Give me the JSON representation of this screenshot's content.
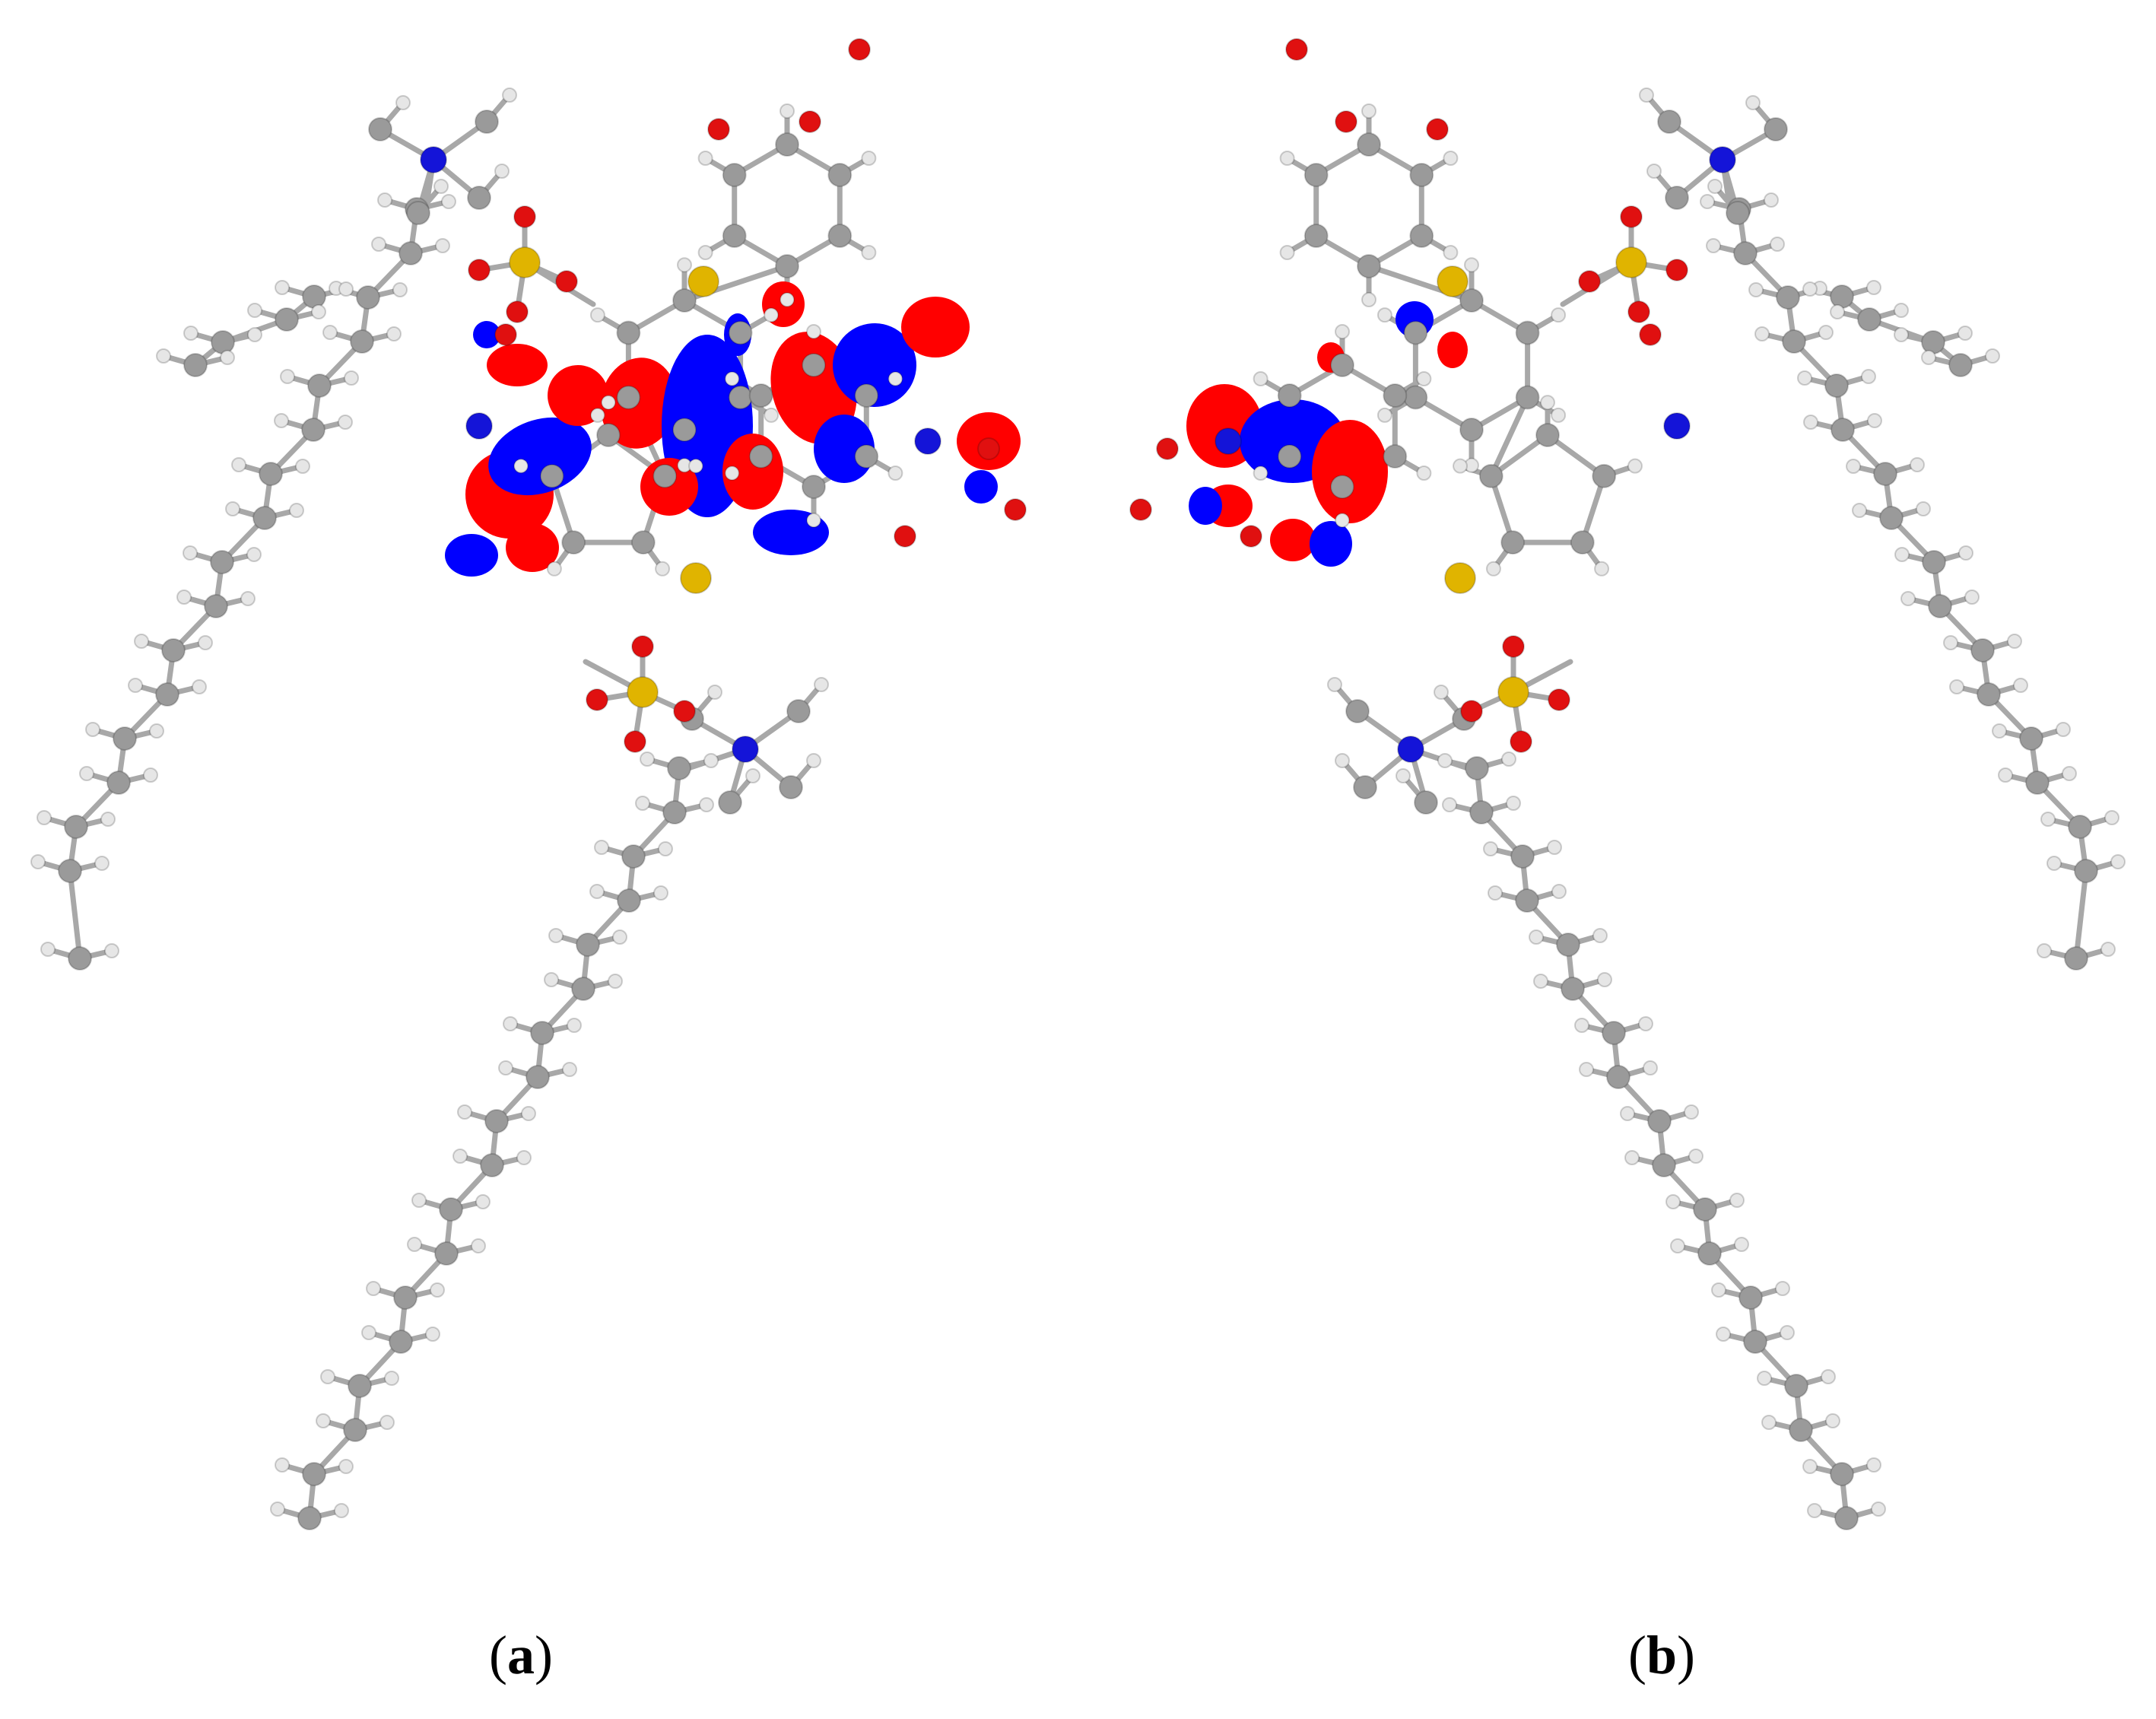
{
  "panels": [
    {
      "id": "a",
      "label_open": "(",
      "label_letter": "a",
      "label_close": ")"
    },
    {
      "id": "b",
      "label_open": "(",
      "label_letter": "b",
      "label_close": ")"
    }
  ],
  "colors": {
    "carbon": "#9a9a9a",
    "hydrogen": "#e6e6e6",
    "oxygen": "#e01010",
    "nitrogen": "#1414d8",
    "sulfur": "#e0b400",
    "lobe_positive": "#ff0000",
    "lobe_negative": "#0000ff",
    "bond": "#a8a8a8"
  }
}
